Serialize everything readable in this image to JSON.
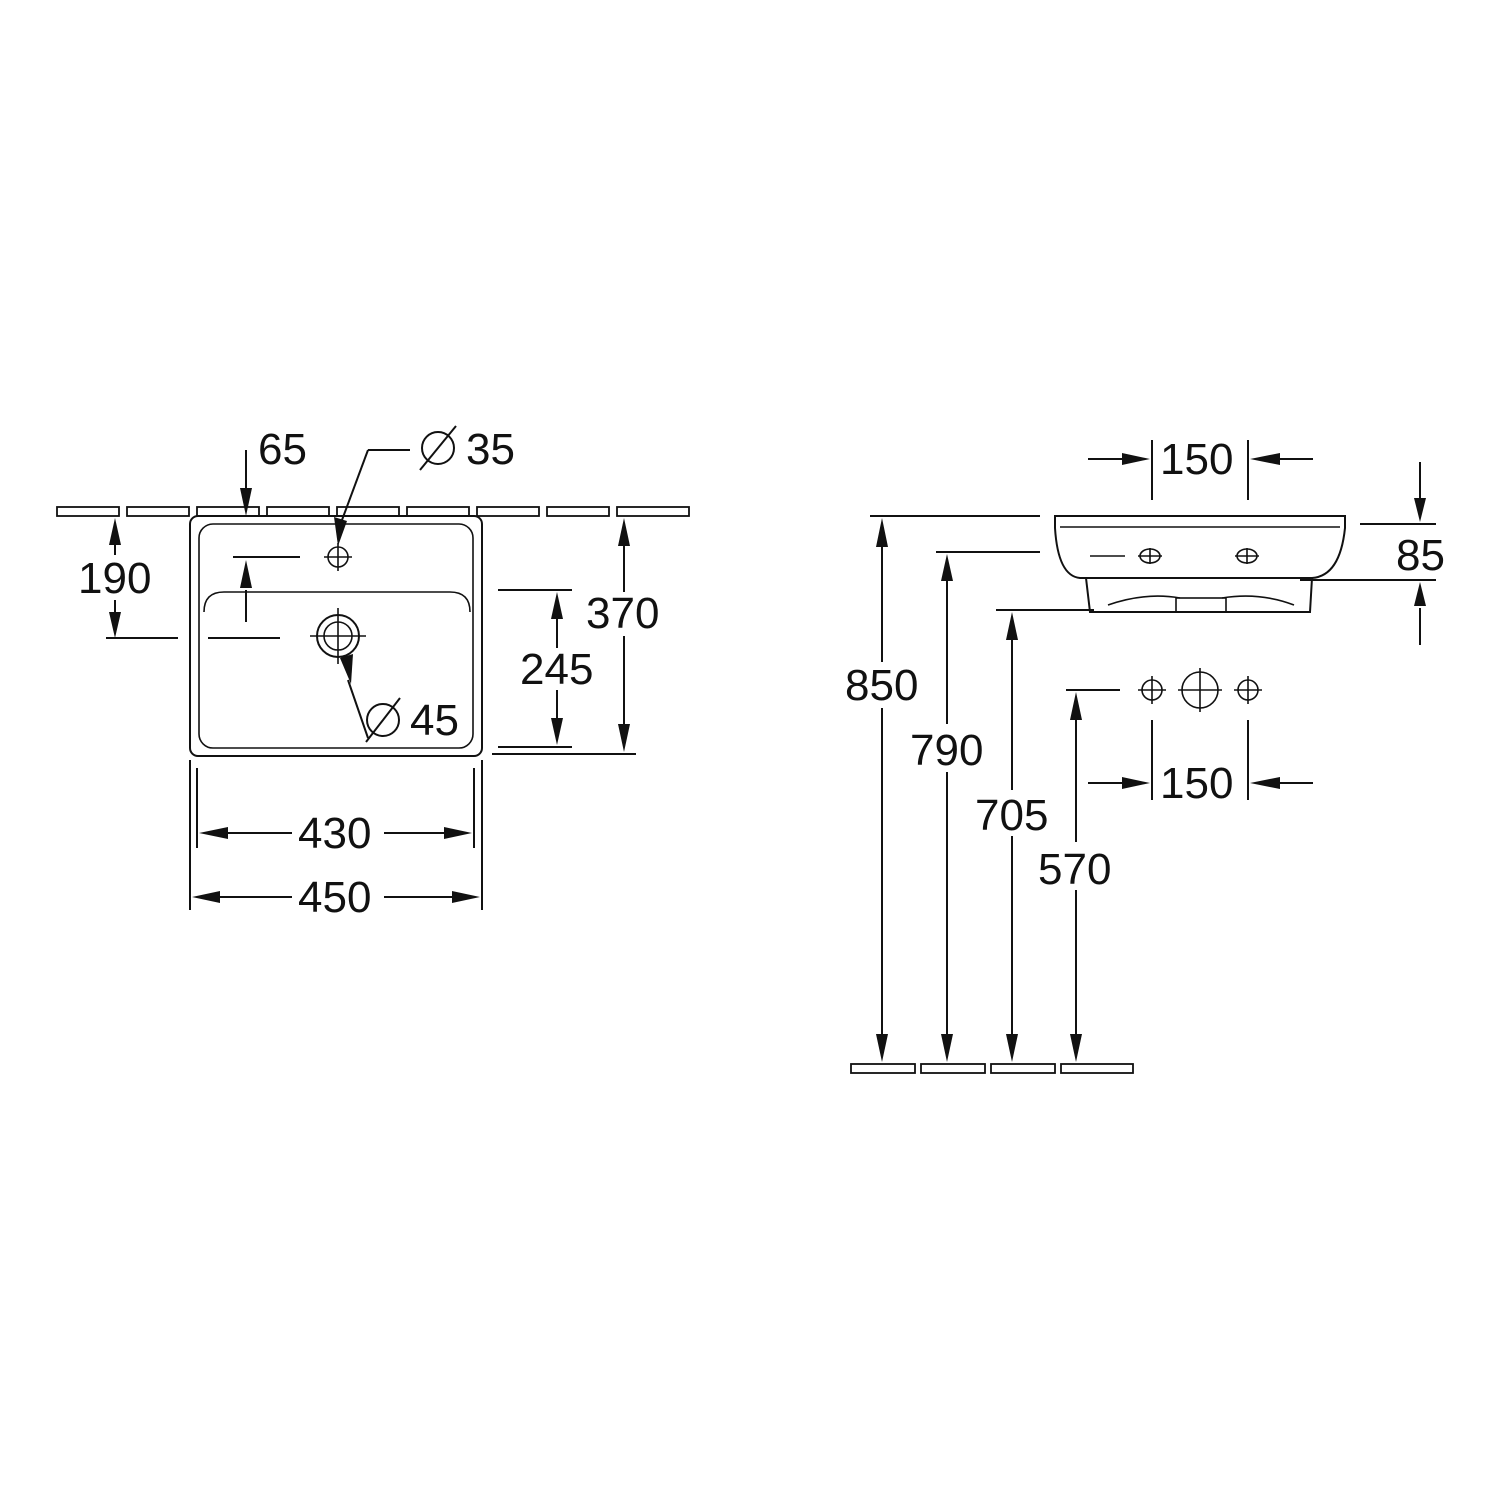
{
  "colors": {
    "line": "#111111",
    "background": "#ffffff"
  },
  "top_view": {
    "dim_65": "65",
    "dim_dia_35": "35",
    "dim_190": "190",
    "dim_370": "370",
    "dim_245": "245",
    "dim_dia_45": "45",
    "dim_430": "430",
    "dim_450": "450"
  },
  "side_view": {
    "dim_150_top": "150",
    "dim_85": "85",
    "dim_850": "850",
    "dim_790": "790",
    "dim_705": "705",
    "dim_570": "570",
    "dim_150_bottom": "150"
  }
}
